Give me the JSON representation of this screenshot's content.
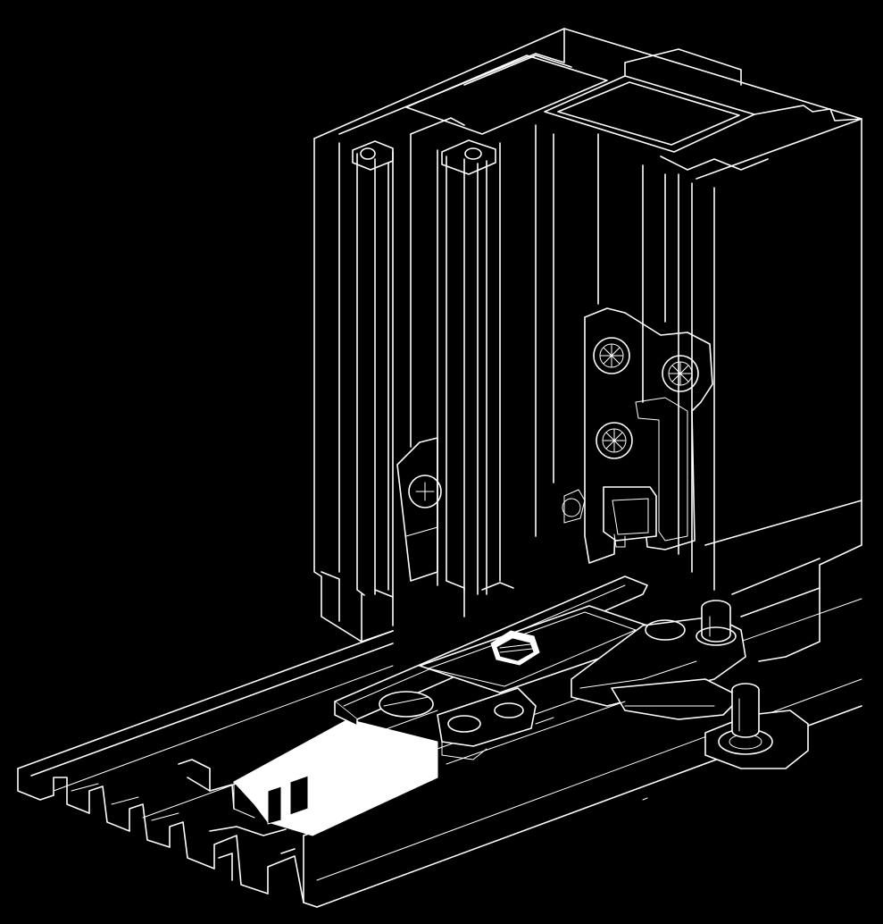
{
  "figure": {
    "background_color": "#000000",
    "line_color": "#ffffff",
    "parts": [
      "frame-profile",
      "sash-profile",
      "hinge-plate",
      "hinge-screw",
      "threshold-rail",
      "glazing-slab",
      "pivot-arm",
      "logo-badge",
      "pivot-pin"
    ]
  }
}
